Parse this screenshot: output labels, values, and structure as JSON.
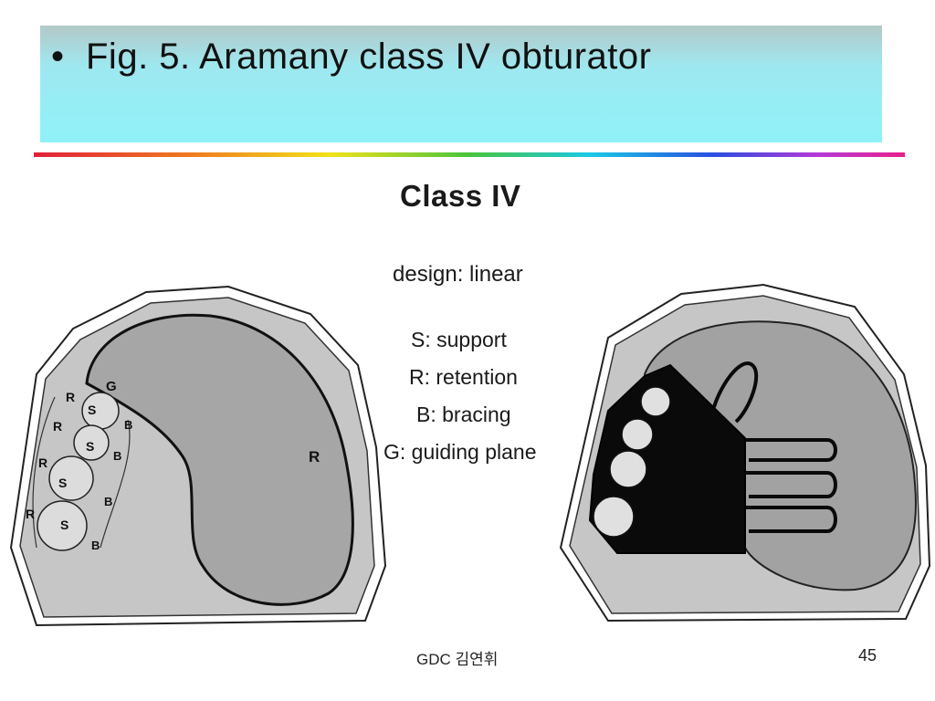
{
  "slide": {
    "title_bullet": "•",
    "title_prefix": "Fig. 5.",
    "title_rest": " Aramany class IV obturator"
  },
  "figure": {
    "heading": "Class IV",
    "design": "design: linear",
    "legend": [
      "S: support",
      "R: retention",
      "B: bracing",
      "G: guiding plane"
    ],
    "left_drawing_labels": {
      "g": "G",
      "r_large": "R",
      "r_teeth": [
        "R",
        "R",
        "R",
        "R"
      ],
      "s_teeth": [
        "S",
        "S",
        "S",
        "S"
      ],
      "b_teeth": [
        "B",
        "B",
        "B",
        "B"
      ]
    }
  },
  "footer": {
    "author": "GDC 김연휘",
    "page": "45"
  },
  "colors": {
    "title_gradient_top": "#b4c8c8",
    "title_gradient_bottom": "#8ff2f8",
    "palate_fill": "#c4c4c4",
    "obturator_fill": "#a8a8a8",
    "frame_fill": "#000000"
  }
}
